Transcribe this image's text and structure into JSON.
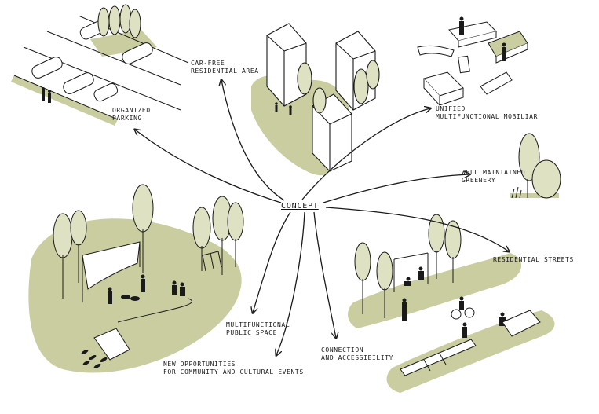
{
  "colors": {
    "green": "#c9cda0",
    "tree": "#dfe2c2",
    "ink": "#1a1a1a"
  },
  "center_label": "CONCEPT",
  "labels": {
    "car_free": "CAR-FREE\nRESIDENTIAL AREA",
    "organized_parking": "ORGANIZED\nPARKING",
    "unified_mobiliar": "UNIFIED\nMULTIFUNCTIONAL MOBILIAR",
    "greenery": "WELL MAINTAINED\nGREENERY",
    "residential_streets": "RESIDENTIAL STREETS",
    "public_space": "MULTIFUNCTIONAL\nPUBLIC SPACE",
    "opportunities": "NEW OPPORTUNITIES\nFOR COMMUNITY AND CULTURAL EVENTS",
    "connection": "CONNECTION\nAND ACCESSIBILITY"
  }
}
